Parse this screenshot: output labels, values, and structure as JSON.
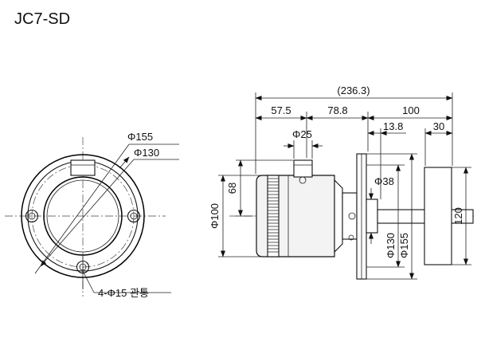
{
  "title": "JC7-SD",
  "front_view": {
    "dia_outer": "Φ155",
    "dia_pcd": "Φ130",
    "holes": "4-Φ15 관통"
  },
  "side_view": {
    "total_length": "(236.3)",
    "len_a": "57.5",
    "len_b": "78.8",
    "len_c": "100",
    "len_d": "13.8",
    "len_e": "30",
    "dia_boss": "Φ25",
    "height_68": "68",
    "dia_body": "Φ100",
    "dia_hub": "Φ38",
    "dia_flange_pcd": "Φ130",
    "dia_flange": "Φ155",
    "height_120": "120"
  }
}
